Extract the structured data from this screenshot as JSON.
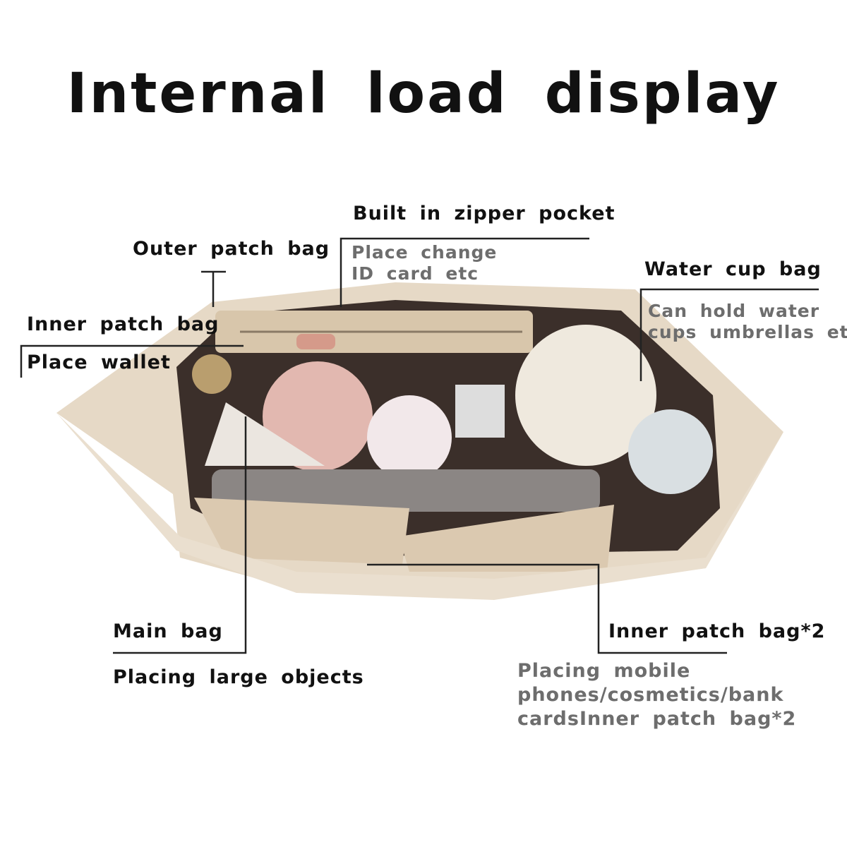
{
  "title": "Internal load display",
  "labels": {
    "zipper": {
      "title": "Built in zipper pocket",
      "desc": [
        "Place change",
        "ID card etc"
      ]
    },
    "outer": {
      "title": "Outer patch bag"
    },
    "water": {
      "title": "Water cup bag",
      "desc": [
        "Can hold water",
        "cups umbrellas etc"
      ]
    },
    "inner": {
      "title": "Inner patch bag",
      "desc": [
        "Place wallet"
      ]
    },
    "main": {
      "title": "Main bag",
      "desc": [
        "Placing large objects"
      ]
    },
    "inner2": {
      "title": "Inner patch bag*2",
      "desc": [
        "Placing mobile",
        "phones/cosmetics/bank",
        "cardsInner patch bag*2"
      ]
    }
  },
  "colors": {
    "felt": "#e8dccb",
    "felt_dark": "#cdbba3",
    "text": "#111111",
    "sub_text": "#6d6d6d"
  }
}
